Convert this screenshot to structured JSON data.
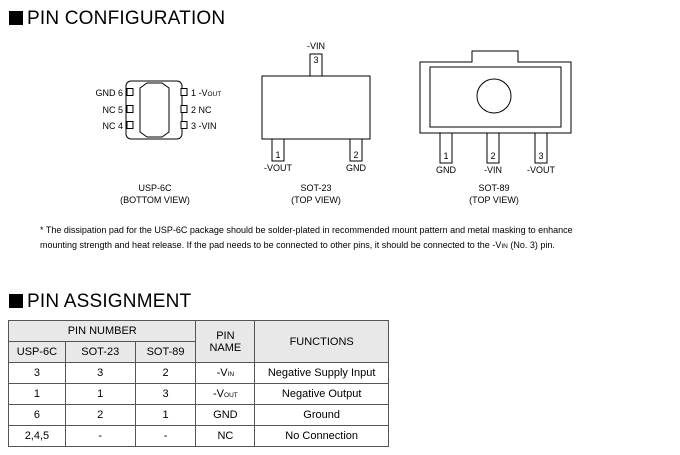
{
  "pin_config": {
    "title": "PIN CONFIGURATION",
    "usp6c": {
      "left_pins": [
        "GND 6",
        "NC 5",
        "NC 4"
      ],
      "right_pins": [
        "1 -V",
        "2 NC",
        "3 -VIN"
      ],
      "right_pin1_sub": "OUT",
      "name": "USP-6C",
      "view": "(BOTTOM VIEW)"
    },
    "sot23": {
      "top_pin_label": "-VIN",
      "top_pin_num": "3",
      "pin1_num": "1",
      "pin2_num": "2",
      "pin1_label": "-VOUT",
      "pin2_label": "GND",
      "name": "SOT-23",
      "view": "(TOP VIEW)"
    },
    "sot89": {
      "pin1_num": "1",
      "pin2_num": "2",
      "pin3_num": "3",
      "pin1_label": "GND",
      "pin2_label": "-VIN",
      "pin3_label": "-VOUT",
      "name": "SOT-89",
      "view": "(TOP VIEW)"
    },
    "note": {
      "line1": "* The dissipation pad for the USP-6C package should be solder-plated in recommended mount pattern and metal masking to enhance",
      "line2_a": "mounting strength and heat release. If the pad needs to be connected to other pins, it should be connected to the -V",
      "line2_sub": "IN",
      "line2_b": " (No. 3) pin."
    }
  },
  "pin_assignment": {
    "title": "PIN ASSIGNMENT",
    "headers": {
      "pin_number": "PIN NUMBER",
      "pin_name_1": "PIN",
      "pin_name_2": "NAME",
      "functions": "FUNCTIONS",
      "usp6c": "USP-6C",
      "sot23": "SOT-23",
      "sot89": "SOT-89"
    },
    "rows": [
      {
        "usp6c": "3",
        "sot23": "3",
        "sot89": "2",
        "name_main": "-V",
        "name_sub": "IN",
        "function": "Negative Supply Input"
      },
      {
        "usp6c": "1",
        "sot23": "1",
        "sot89": "3",
        "name_main": "-V",
        "name_sub": "OUT",
        "function": "Negative Output"
      },
      {
        "usp6c": "6",
        "sot23": "2",
        "sot89": "1",
        "name_main": "GND",
        "name_sub": "",
        "function": "Ground"
      },
      {
        "usp6c": "2,4,5",
        "sot23": "-",
        "sot89": "-",
        "name_main": "NC",
        "name_sub": "",
        "function": "No Connection"
      }
    ]
  }
}
